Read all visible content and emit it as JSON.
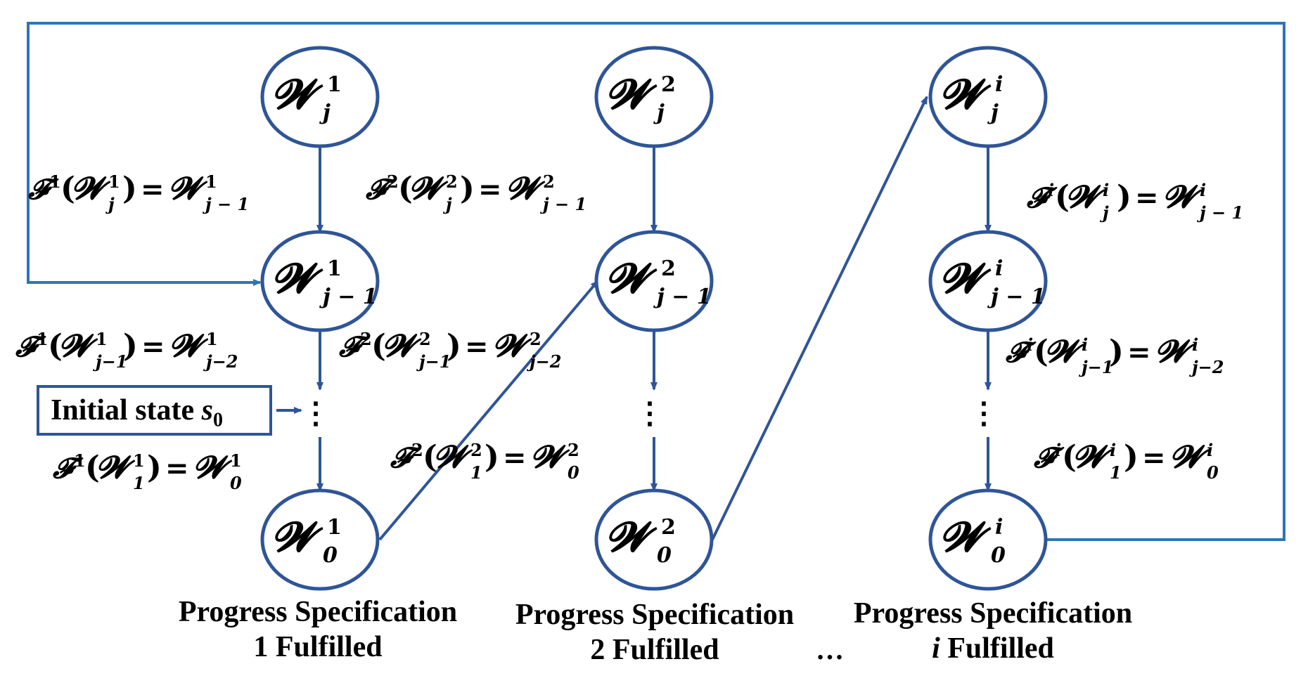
{
  "colors": {
    "node_stroke": "#2f5597",
    "edge": "#2f5597",
    "loop": "#2e75b6",
    "text": "#000000"
  },
  "glyphs": {
    "W": "𝓦",
    "F": "𝓕"
  },
  "initial_state": {
    "label": "Initial state",
    "symbol": "s",
    "subscript": "0"
  },
  "ellipsis": "⋮",
  "bottom_ellipsis": "…",
  "columns": [
    {
      "sup": "1",
      "nodes": [
        {
          "sub": "j"
        },
        {
          "sub": "j − 1"
        },
        {
          "sub": "0"
        }
      ],
      "edges": [
        {
          "lhs_sub": "j",
          "rhs_sub": "j − 1"
        },
        {
          "lhs_sub": "j−1",
          "rhs_sub": "j−2"
        },
        {
          "lhs_sub": "1",
          "rhs_sub": "0"
        }
      ],
      "caption": {
        "line1": "Progress Specification",
        "line2": "1 Fulfilled"
      }
    },
    {
      "sup": "2",
      "nodes": [
        {
          "sub": "j"
        },
        {
          "sub": "j − 1"
        },
        {
          "sub": "0"
        }
      ],
      "edges": [
        {
          "lhs_sub": "j",
          "rhs_sub": "j − 1"
        },
        {
          "lhs_sub": "j−1",
          "rhs_sub": "j−2"
        },
        {
          "lhs_sub": "1",
          "rhs_sub": "0"
        }
      ],
      "caption": {
        "line1": "Progress Specification",
        "line2": "2 Fulfilled"
      }
    },
    {
      "sup": "i",
      "nodes": [
        {
          "sub": "j"
        },
        {
          "sub": "j − 1"
        },
        {
          "sub": "0"
        }
      ],
      "edges": [
        {
          "lhs_sub": "j",
          "rhs_sub": "j − 1"
        },
        {
          "lhs_sub": "j−1",
          "rhs_sub": "j−2"
        },
        {
          "lhs_sub": "1",
          "rhs_sub": "0"
        }
      ],
      "caption": {
        "line1": "Progress Specification",
        "line2_prefix": "i",
        "line2": " Fulfilled"
      }
    }
  ]
}
